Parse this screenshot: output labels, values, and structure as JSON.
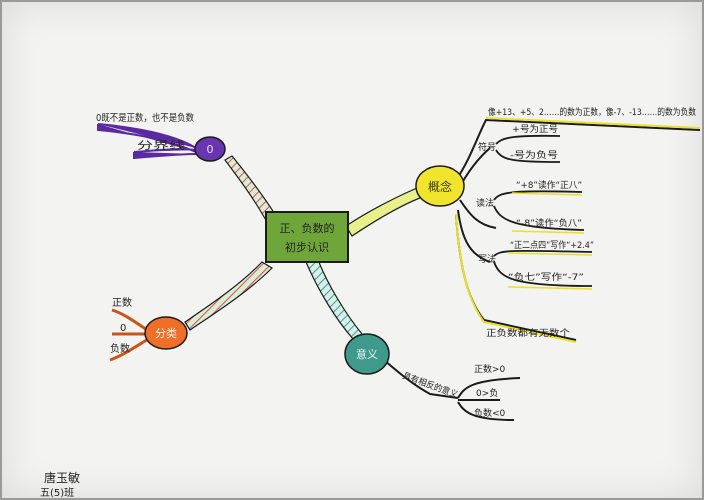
{
  "central": {
    "line1": "正、负数的",
    "line2": "初步认识"
  },
  "branches": {
    "zero": {
      "label": "0",
      "items": [
        "0既不是正数，也不是负数",
        "分界线"
      ]
    },
    "classify": {
      "label": "分类",
      "items": [
        "正数",
        "0",
        "负数"
      ]
    },
    "concept": {
      "label": "概念",
      "top_text": "像+13、+5、2……的数为正数，像-7、-13……的数为负数",
      "groups": [
        {
          "label": "符号",
          "items": [
            "+号为正号",
            "-号为负号"
          ]
        },
        {
          "label": "读法",
          "items": [
            "“+8”读作“正八”",
            "“-8”读作“负八”"
          ]
        },
        {
          "label": "写法",
          "items": [
            "“正二点四”写作“+2.4”",
            "“负七”写作“-7”"
          ]
        }
      ],
      "bottom_text": "正负数都有无数个"
    },
    "meaning": {
      "label": "意义",
      "sub_label": "具有相反的意义",
      "items": [
        "正数>0",
        "0>负",
        "负数<0"
      ]
    }
  },
  "signature": {
    "name": "唐玉敏",
    "class": "五(5)班"
  },
  "colors": {
    "central": "#6fa63a",
    "concept": "#f0e52c",
    "zero": "#6a35b0",
    "classify": "#ef6f2a",
    "meaning": "#3f9a8c",
    "line": "#1b1b1b"
  }
}
